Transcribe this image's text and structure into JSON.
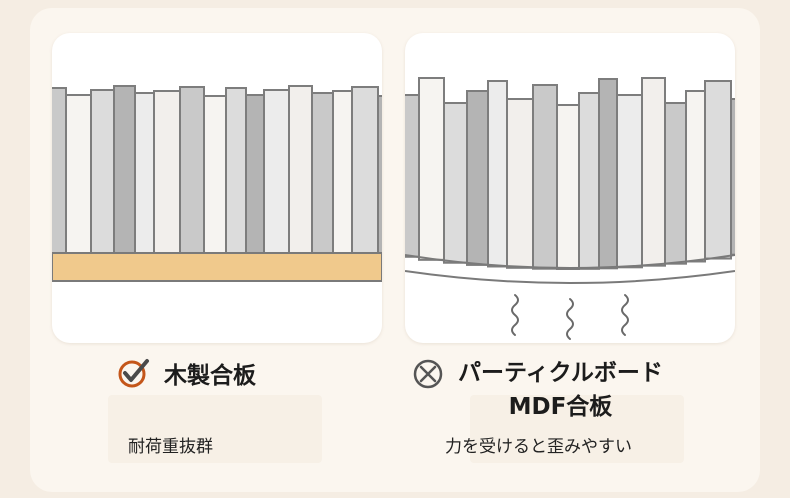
{
  "colors": {
    "panel": "#fbf6ef",
    "wood": "#f0c98c",
    "check_accent": "#c4561a",
    "cross_gray": "#555555"
  },
  "left": {
    "title": "木製合板",
    "subtitle": "耐荷重抜群",
    "icon": "check-circle-icon"
  },
  "right": {
    "title_line1": "パーティクルボード",
    "title_line2": "MDF合板",
    "subtitle": "力を受けると歪みやすい",
    "icon": "cross-circle-icon"
  }
}
